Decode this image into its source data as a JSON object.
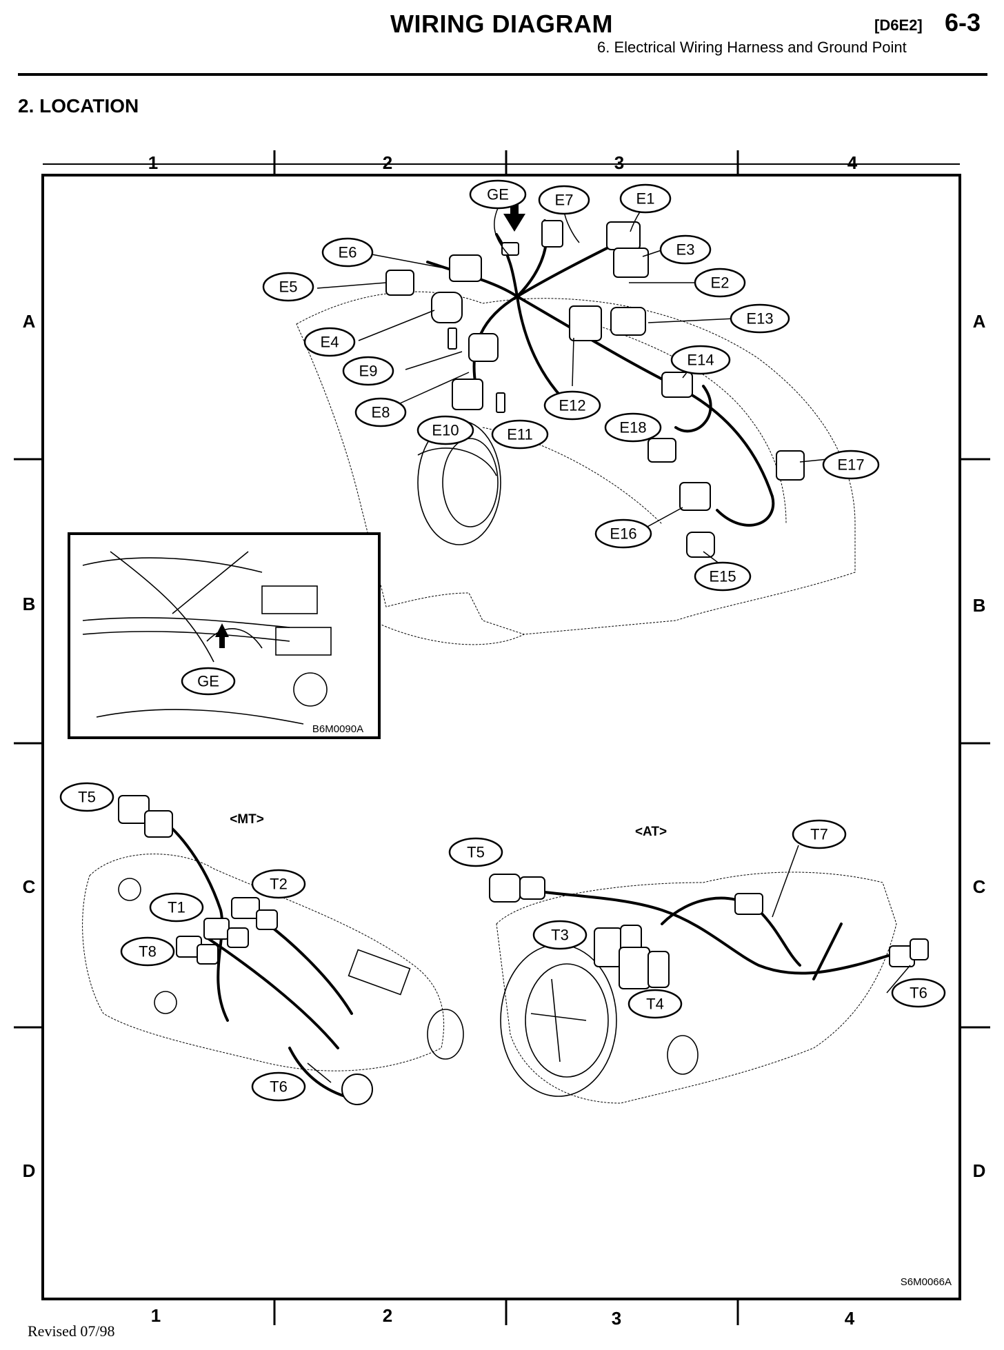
{
  "header": {
    "title": "WIRING DIAGRAM",
    "code": "[D6E2]",
    "page": "6-3",
    "subtitle": "6.  Electrical Wiring Harness and Ground Point"
  },
  "section_title": "2.  LOCATION",
  "grid": {
    "columns": [
      "1",
      "2",
      "3",
      "4"
    ],
    "rows": [
      "A",
      "B",
      "C",
      "D"
    ]
  },
  "variants": {
    "mt": "<MT>",
    "at": "<AT>"
  },
  "engine_callouts": [
    "GE",
    "E7",
    "E1",
    "E3",
    "E6",
    "E2",
    "E5",
    "E13",
    "E4",
    "E14",
    "E9",
    "E8",
    "E12",
    "E10",
    "E11",
    "E18",
    "E17",
    "E16",
    "E15"
  ],
  "inset": {
    "callout": "GE",
    "drawing_code": "B6M0090A"
  },
  "mt_callouts": [
    "T5",
    "T2",
    "T1",
    "T8",
    "T6"
  ],
  "at_callouts": [
    "T7",
    "T5",
    "T3",
    "T4",
    "T6"
  ],
  "drawing_code": "S6M0066A",
  "footer": "Revised 07/98"
}
